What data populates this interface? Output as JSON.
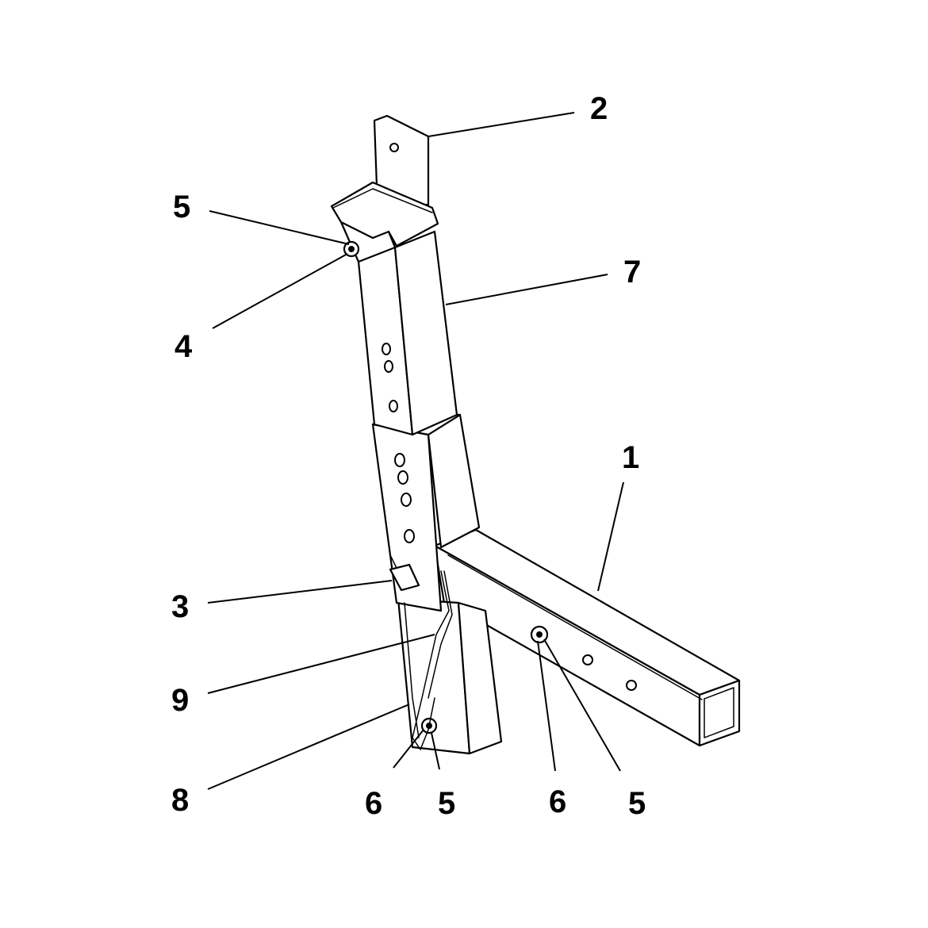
{
  "callouts": {
    "c1": "1",
    "c2": "2",
    "c3": "3",
    "c4": "4",
    "c5a": "5",
    "c5b": "5",
    "c5c": "5",
    "c6a": "6",
    "c6b": "6",
    "c7": "7",
    "c8": "8",
    "c9": "9"
  }
}
